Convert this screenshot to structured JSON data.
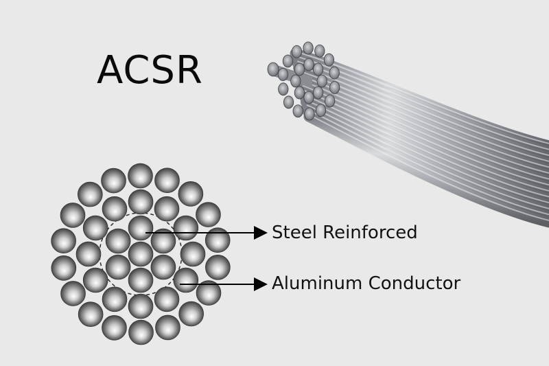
{
  "title": "ACSR",
  "labels": {
    "steel": "Steel Reinforced",
    "aluminum": "Aluminum Conductor"
  },
  "colors": {
    "background": "#e9e9e9",
    "strand_dark": "#3a3a3a",
    "strand_light": "#ffffff",
    "arrow": "#000000"
  }
}
